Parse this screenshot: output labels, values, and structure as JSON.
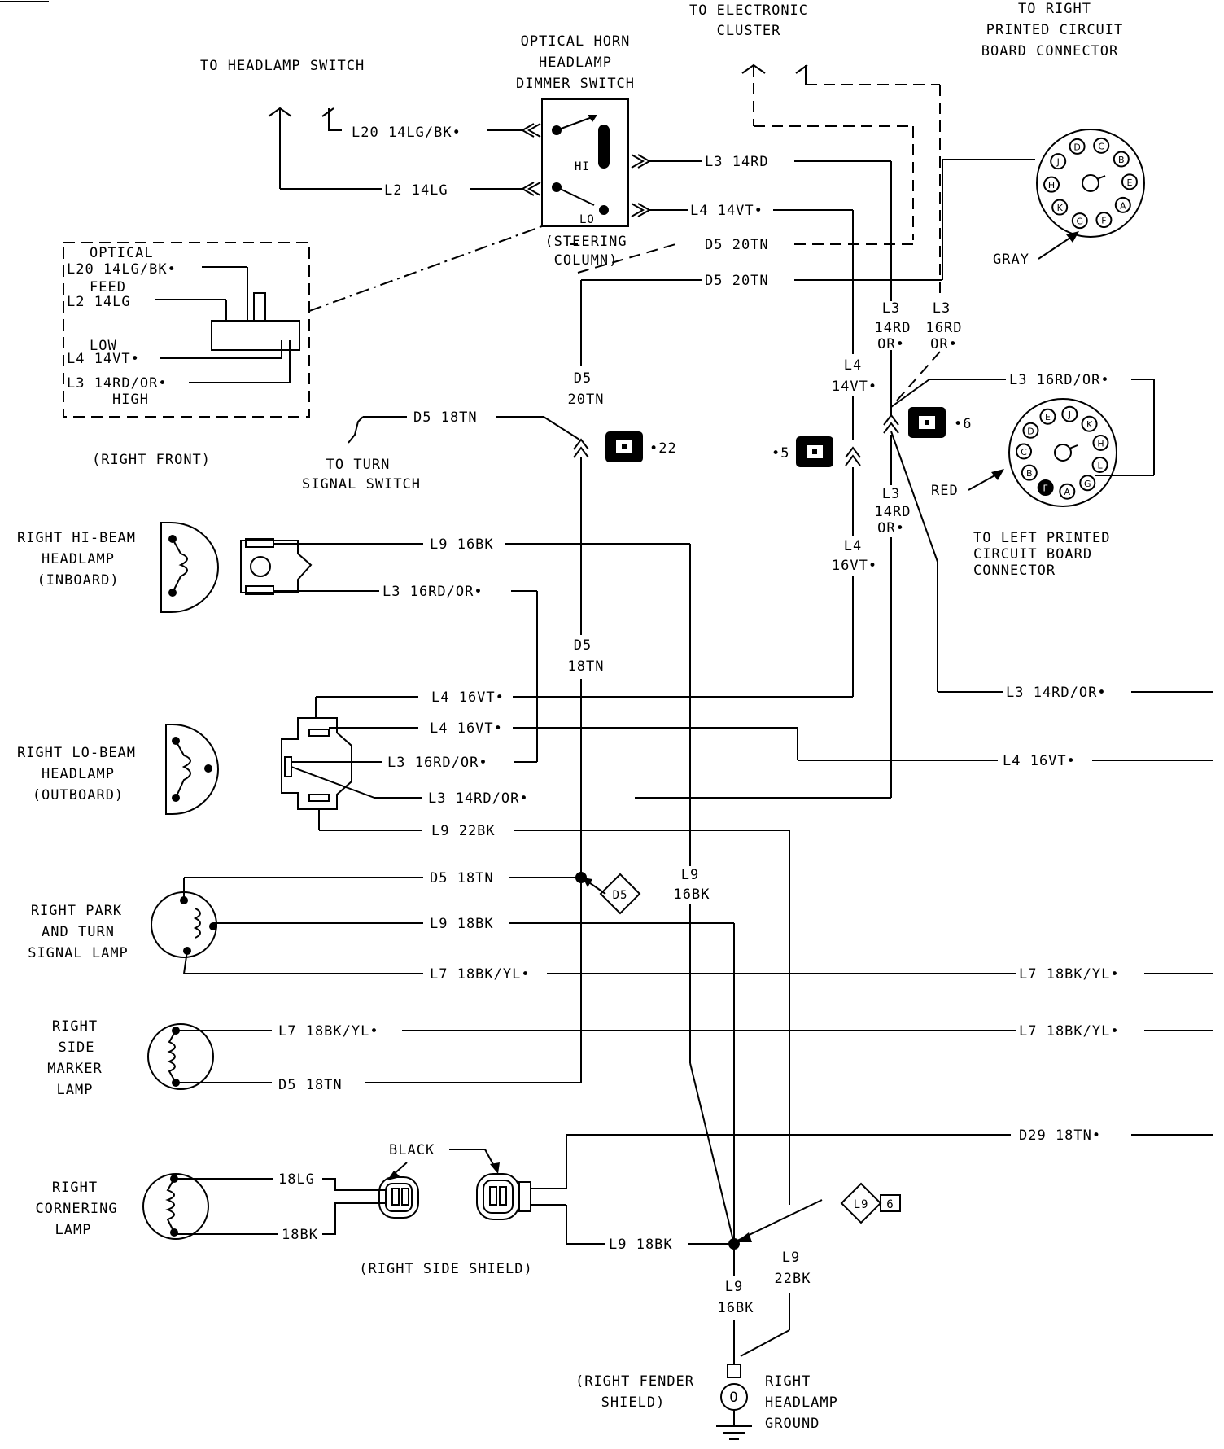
{
  "headings": {
    "to_headlamp_switch": "TO HEADLAMP SWITCH",
    "dimmer": [
      "OPTICAL HORN",
      "HEADLAMP",
      "DIMMER SWITCH"
    ],
    "to_cluster": [
      "TO ELECTRONIC",
      "CLUSTER"
    ],
    "to_right_pcb": [
      "TO RIGHT",
      "PRINTED CIRCUIT",
      "BOARD CONNECTOR"
    ],
    "steering_column": [
      "(STEERING",
      "COLUMN)"
    ],
    "hi": "HI",
    "lo": "LO",
    "gray": "GRAY",
    "red": "RED",
    "to_left_pcb": [
      "TO LEFT PRINTED",
      "CIRCUIT BOARD",
      "CONNECTOR"
    ],
    "to_turn_signal": [
      "TO TURN",
      "SIGNAL SWITCH"
    ],
    "right_front": "(RIGHT FRONT)",
    "right_side_shield": "(RIGHT SIDE SHIELD)",
    "black": "BLACK",
    "fender_shield": [
      "(RIGHT FENDER",
      "SHIELD)"
    ],
    "headlamp_ground": [
      "RIGHT",
      "HEADLAMP",
      "GROUND"
    ]
  },
  "inset": {
    "optical": "OPTICAL",
    "w1": "L20 14LG/BK•",
    "feed": "FEED",
    "w2": "L2 14LG",
    "low": "LOW",
    "w3": "L4 14VT•",
    "w4": "L3 14RD/OR•",
    "high": "HIGH"
  },
  "components": {
    "hi_beam": [
      "RIGHT HI-BEAM",
      "HEADLAMP",
      "(INBOARD)"
    ],
    "lo_beam": [
      "RIGHT LO-BEAM",
      "HEADLAMP",
      "(OUTBOARD)"
    ],
    "park": [
      "RIGHT PARK",
      "AND TURN",
      "SIGNAL LAMP"
    ],
    "marker": [
      "RIGHT",
      "SIDE",
      "MARKER",
      "LAMP"
    ],
    "cornering": [
      "RIGHT",
      "CORNERING",
      "LAMP"
    ]
  },
  "wires": {
    "l20": "L20 14LG/BK•",
    "l2": "L2 14LG",
    "l3_14rd": "L3 14RD",
    "l4_14vt": "L4 14VT•",
    "d5_20tn_a": "D5 20TN",
    "d5_20tn_b": "D5 20TN",
    "l3_14rdor_v": [
      "L3",
      "14RD",
      "OR•"
    ],
    "l3_16rdor_v": [
      "L3",
      "16RD",
      "OR•"
    ],
    "l4_14vt_v": [
      "L4",
      "14VT•"
    ],
    "l3_16rdor_h": "L3 16RD/OR•",
    "d5_20tn_v": [
      "D5",
      "20TN"
    ],
    "d5_18tn_ts": "D5 18TN",
    "l3_14rdor_v2": [
      "L3",
      "14RD",
      "OR•"
    ],
    "l4_16vt_v": [
      "L4",
      "16VT•"
    ],
    "l9_16bk_hi": "L9 16BK",
    "l3_16rdor_hi": "L3 16RD/OR•",
    "d5_18tn_v": [
      "D5",
      "18TN"
    ],
    "l3_14rdor_right": "L3 14RD/OR•",
    "l4_16vt_a": "L4 16VT•",
    "l4_16vt_b": "L4 16VT•",
    "l4_16vt_right": "L4 16VT•",
    "l3_16rdor_lo": "L3 16RD/OR•",
    "l3_14rdor_lo": "L3 14RD/OR•",
    "l9_22bk_lo": "L9 22BK",
    "d5_18tn_park": "D5 18TN",
    "l9_16bk_v": [
      "L9",
      "16BK"
    ],
    "l9_18bk_park": "L9 18BK",
    "l7_park": "L7 18BK/YL•",
    "l7_park_right": "L7 18BK/YL•",
    "l7_marker": "L7 18BK/YL•",
    "l7_marker_right": "L7 18BK/YL•",
    "d5_18tn_marker": "D5 18TN",
    "d29": "D29 18TN•",
    "corn_18lg": "18LG",
    "corn_18bk": "18BK",
    "l9_18bk_shield": "L9 18BK",
    "l9_16bk_gnd": [
      "L9",
      "16BK"
    ],
    "l9_22bk_gnd": [
      "L9",
      "22BK"
    ]
  },
  "connectors": {
    "c22": "•22",
    "c5": "•5",
    "c6": "•6",
    "d5_splice": "D5",
    "l9_splice": "L9",
    "l9_splice_ref": "6"
  },
  "pins_right": [
    "D",
    "C",
    "B",
    "E",
    "A",
    "F",
    "G",
    "K",
    "H",
    "J"
  ],
  "pins_left": [
    "J",
    "K",
    "H",
    "L",
    "G",
    "A",
    "F",
    "B",
    "C",
    "D",
    "E"
  ]
}
